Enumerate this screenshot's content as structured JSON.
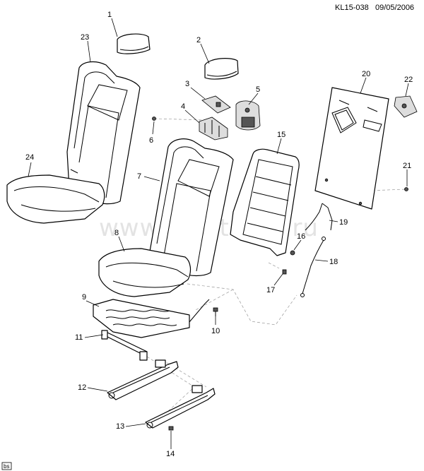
{
  "header": {
    "figure_id": "KL15-038",
    "date": "09/05/2006"
  },
  "watermark": "www.gmstelau.ru",
  "badge": "bs",
  "callouts": [
    "1",
    "2",
    "3",
    "4",
    "5",
    "6",
    "7",
    "8",
    "9",
    "10",
    "11",
    "12",
    "13",
    "14",
    "15",
    "16",
    "17",
    "18",
    "19",
    "20",
    "21",
    "22",
    "23",
    "24"
  ]
}
